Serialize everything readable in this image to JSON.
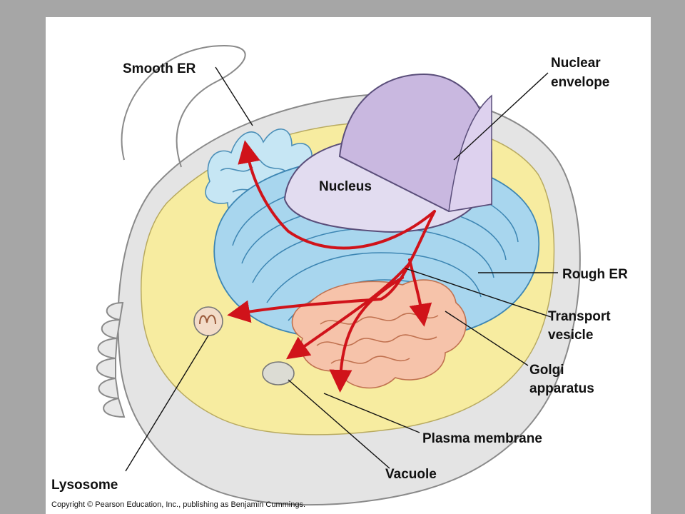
{
  "labels": {
    "smooth_er": "Smooth ER",
    "nuclear_envelope_1": "Nuclear",
    "nuclear_envelope_2": "envelope",
    "nucleus": "Nucleus",
    "rough_er": "Rough ER",
    "transport_vesicle_1": "Transport",
    "transport_vesicle_2": "vesicle",
    "golgi_1": "Golgi",
    "golgi_2": "apparatus",
    "plasma_membrane": "Plasma membrane",
    "vacuole": "Vacuole",
    "lysosome": "Lysosome"
  },
  "copyright": "Copyright © Pearson Education, Inc., publishing as Benjamin Cummings.",
  "colors": {
    "background": "#a6a6a6",
    "cytoplasm": "#f7eca0",
    "membrane": "#e4e4e4",
    "rough_er": "#a8d6ee",
    "smooth_er": "#c6e6f4",
    "nucleus": "#c9b8e0",
    "golgi": "#f6c3aa",
    "arrow": "#d0131a"
  }
}
